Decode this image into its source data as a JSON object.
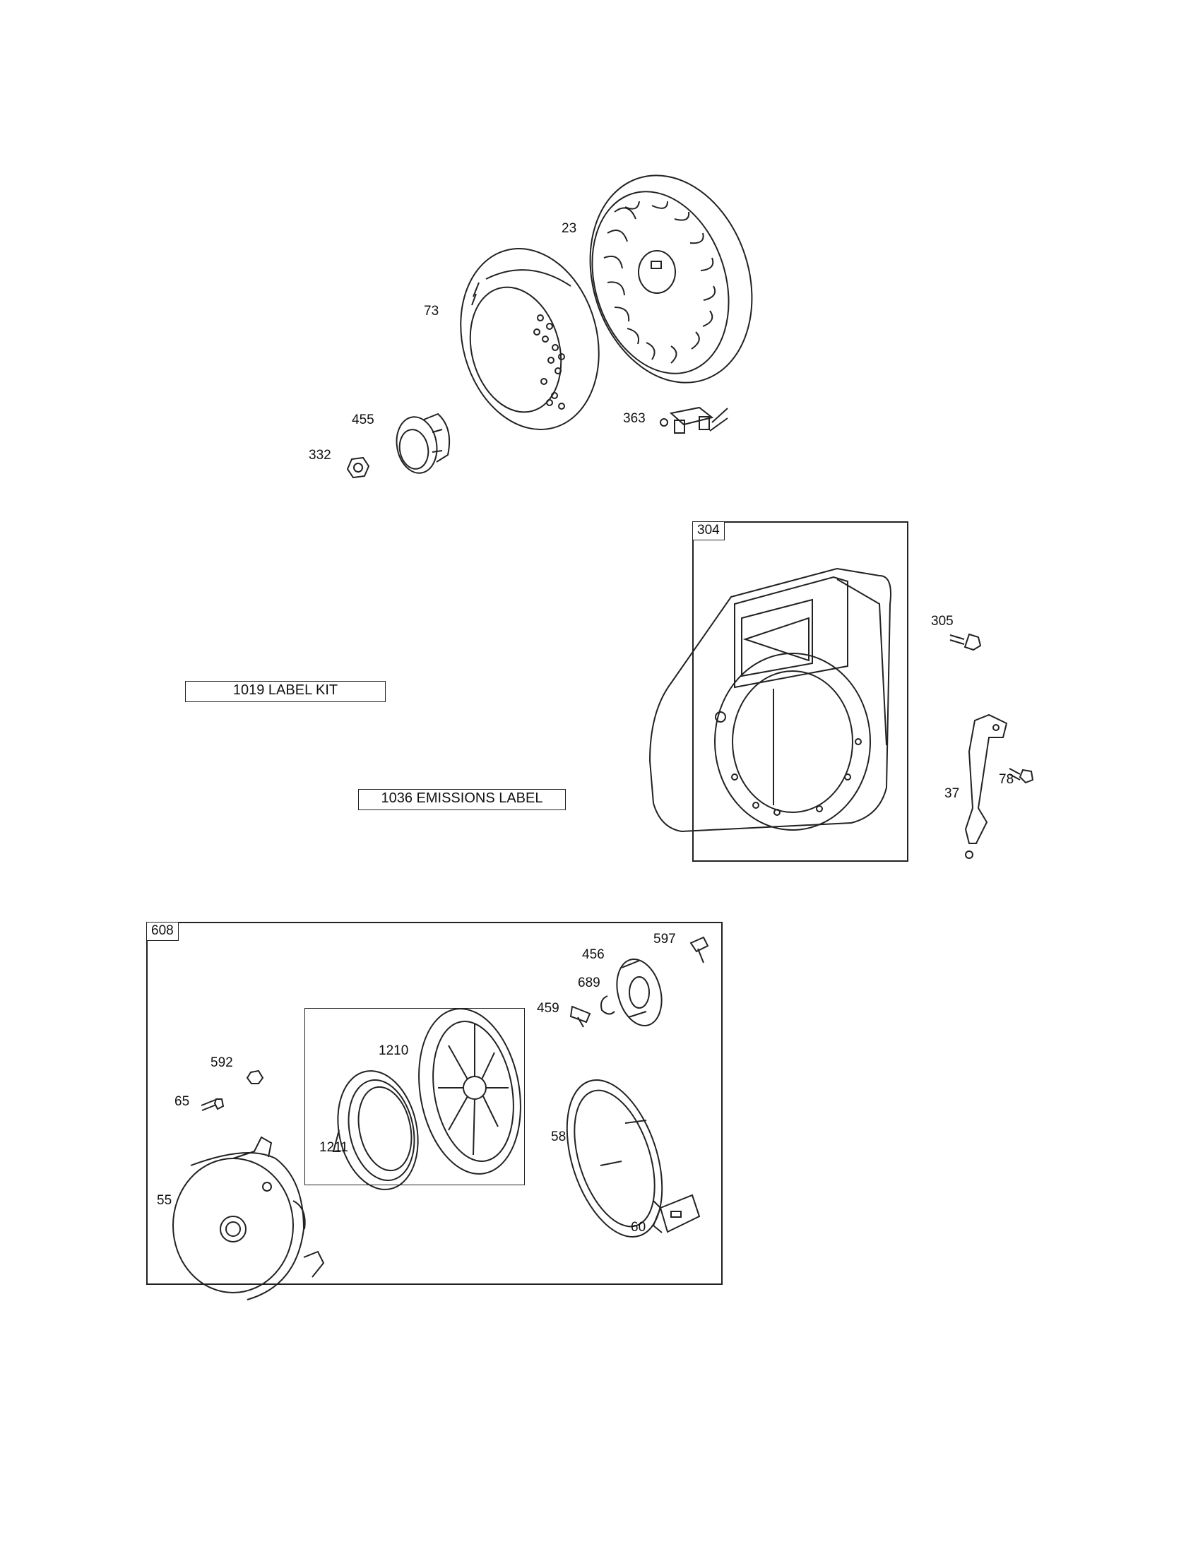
{
  "part_labels": {
    "p23": "23",
    "p73": "73",
    "p455": "455",
    "p332": "332",
    "p363": "363",
    "p305": "305",
    "p37": "37",
    "p78": "78",
    "p592": "592",
    "p65": "65",
    "p55": "55",
    "p1210": "1210",
    "p1211": "1211",
    "p597": "597",
    "p456": "456",
    "p689": "689",
    "p459": "459",
    "p58": "58",
    "p60": "60"
  },
  "group_tags": {
    "blower_housing": "304",
    "rewind_starter": "608"
  },
  "label_kits": {
    "label_kit": "1019 LABEL KIT",
    "emissions_label": "1036 EMISSIONS LABEL"
  }
}
